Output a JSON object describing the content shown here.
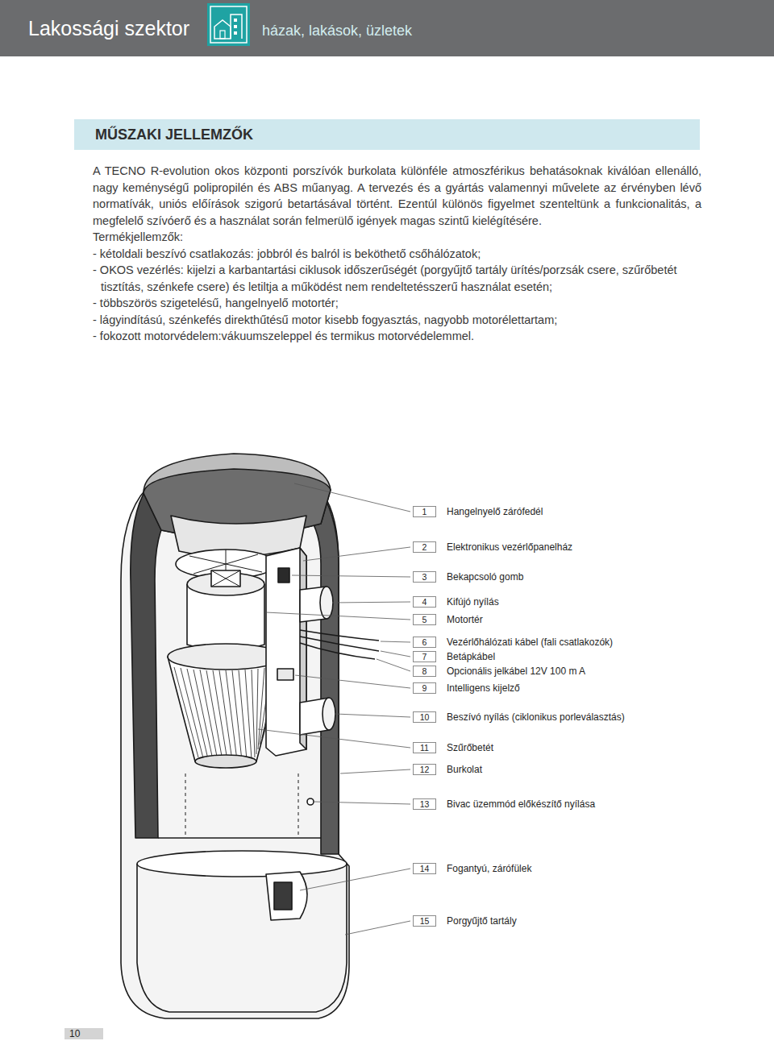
{
  "diagram": {
    "title": "MŰSZAKI JELLEMZŐK",
    "nodes": [
      {
        "text": [
          "1",
          "Hangelnyelő zárófedél"
        ]
      },
      {
        "text": [
          "2",
          "Elektronikus vezérlőpanelház"
        ]
      },
      {
        "text": [
          "3",
          "Bekapcsoló gomb"
        ]
      },
      {
        "text": [
          "4",
          "Kifújó nyílás"
        ]
      },
      {
        "text": [
          "5",
          "Motortér"
        ]
      },
      {
        "text": [
          "6",
          "Vezérlőhálózati kábel (fali csatlakozók)"
        ]
      },
      {
        "text": [
          "7",
          "Betápkábel"
        ]
      },
      {
        "text": [
          "8",
          "Opcionális jelkábel 12V 100 m A"
        ]
      },
      {
        "text": [
          "9",
          "Intelligens kijelző"
        ]
      },
      {
        "text": [
          "10",
          "Beszívó nyílás (ciklonikus porleválasztás)"
        ]
      },
      {
        "text": [
          "11",
          "Szűrőbetét"
        ]
      },
      {
        "text": [
          "12",
          "Burkolat"
        ]
      },
      {
        "text": [
          "13",
          "Bivac üzemmód előkészítő nyílása"
        ]
      },
      {
        "text": [
          "14",
          "Fogantyú, zárófülek"
        ]
      },
      {
        "text": [
          "15",
          "Porgyűjtő tartály"
        ]
      }
    ],
    "labels": [
      "Lakossági szektor",
      "házak, lakások, üzletek",
      "A TECNO R-evolution okos központi porszívók burkolata különféle atmoszférikus behatásoknak kiválóan ellenálló, nagy keménységű polipropilén és ABS műanyag. A tervezés és a gyártás valamennyi művelete az érvényben lévő normatívák, uniós előírások szigorú betartásával történt. Ezentúl különös figyelmet szenteltünk a funkcionalitás, a megfelelő szívóerő és a használat során felmerülő igények magas szintű kielégítésére.",
      "Termékjellemzők:",
      "- kétoldali beszívó csatlakozás: jobbról és balról is beköthető csőhálózatok;",
      "- OKOS vezérlés: kijelzi a karbantartási ciklusok időszerűségét (porgyűjtő tartály ürítés/porzsák csere, szűrőbetét tisztítás, szénkefe csere) és letiltja a működést nem rendeltetésszerű használat esetén;",
      "- többszörös szigetelésű, hangelnyelő motortér;",
      "- lágyindítású, szénkefés direkthűtésű motor kisebb fogyasztás, nagyobb motorélettartam;",
      "- fokozott motorvédelem:vákuumszeleppel és termikus motorvédelemmel.",
      "10"
    ]
  }
}
